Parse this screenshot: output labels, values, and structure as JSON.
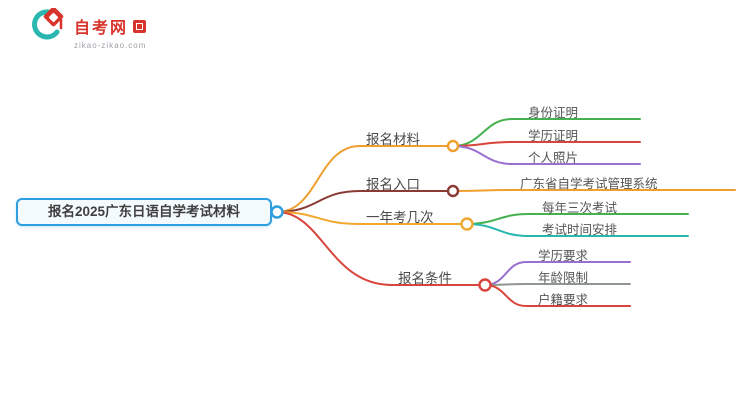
{
  "logo": {
    "title": "自考网",
    "subtitle": "zikao-zikao.com",
    "brand_red": "#d8342c",
    "brand_teal": "#2ab7b0"
  },
  "mindmap": {
    "root": {
      "label": "报名2025广东日语自学考试材料",
      "color": "#2d9fe0"
    },
    "branches": [
      {
        "label": "报名材料",
        "color": "#f09f2e",
        "children": [
          {
            "label": "身份证明",
            "color": "#45b14e"
          },
          {
            "label": "学历证明",
            "color": "#d9453c"
          },
          {
            "label": "个人照片",
            "color": "#9a6fd0"
          }
        ]
      },
      {
        "label": "报名入口",
        "color": "#8b3a34",
        "children": [
          {
            "label": "广东省自学考试管理系统",
            "color": "#f09f2e"
          }
        ]
      },
      {
        "label": "一年考几次",
        "color": "#f0a830",
        "children": [
          {
            "label": "每年三次考试",
            "color": "#45b14e"
          },
          {
            "label": "考试时间安排",
            "color": "#2ab7b0"
          }
        ]
      },
      {
        "label": "报名条件",
        "color": "#d9453c",
        "children": [
          {
            "label": "学历要求",
            "color": "#9a6fd0"
          },
          {
            "label": "年龄限制",
            "color": "#8f968f"
          },
          {
            "label": "户籍要求",
            "color": "#d9453c"
          }
        ]
      }
    ]
  }
}
